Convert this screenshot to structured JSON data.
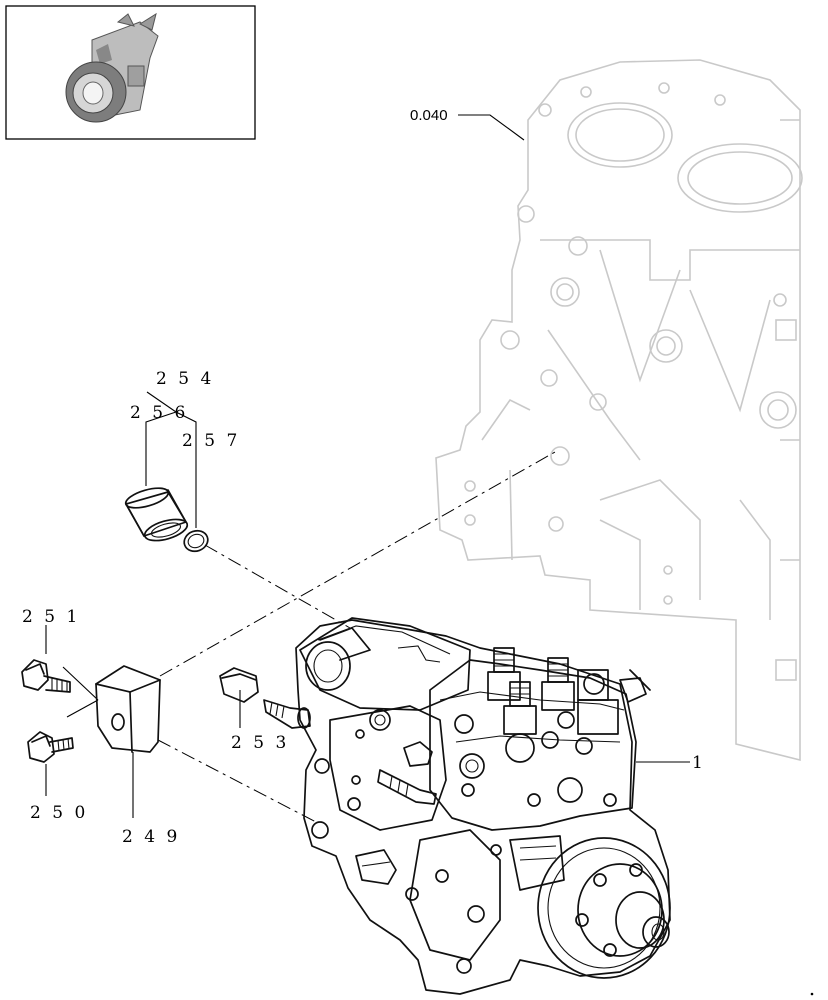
{
  "diagram": {
    "reference_label": "0.040",
    "callouts": [
      {
        "id": "p254",
        "text": "2 5 4"
      },
      {
        "id": "p256",
        "text": "2 5 6"
      },
      {
        "id": "p257",
        "text": "2 5 7"
      },
      {
        "id": "p251",
        "text": "2 5 1"
      },
      {
        "id": "p250",
        "text": "2 5 0"
      },
      {
        "id": "p249",
        "text": "2 4 9"
      },
      {
        "id": "p253",
        "text": "2 5 3"
      },
      {
        "id": "p1",
        "text": "1"
      }
    ],
    "thumbnail_icon": "engine-thumbnail-icon",
    "colors": {
      "ink": "#111111",
      "ghost": "#c9c9c9",
      "background": "#ffffff"
    }
  }
}
